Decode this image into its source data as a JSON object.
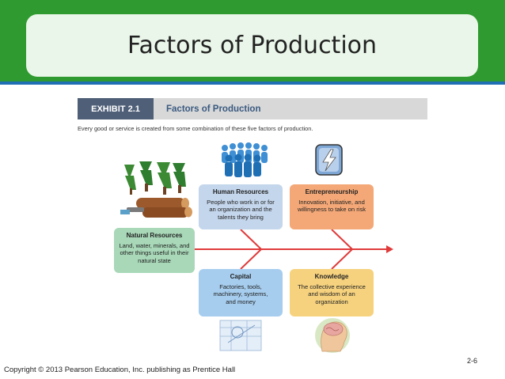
{
  "slide": {
    "title": "Factors of Production"
  },
  "exhibit": {
    "tag": "EXHIBIT 2.1",
    "title": "Factors of Production",
    "caption": "Every good or service is created from some combination of these five factors of production."
  },
  "factors": {
    "natural": {
      "title": "Natural Resources",
      "text": "Land, water, minerals, and other things useful in their natural state"
    },
    "human": {
      "title": "Human Resources",
      "text": "People who work in or for an organization and the talents they bring"
    },
    "entrepreneurship": {
      "title": "Entrepreneurship",
      "text": "Innovation, initiative, and willingness to take on risk"
    },
    "capital": {
      "title": "Capital",
      "text": "Factories, tools, machinery, systems, and money"
    },
    "knowledge": {
      "title": "Knowledge",
      "text": "The collective experience and wisdom of an organization"
    }
  },
  "icons": [
    "trees-logs-icon",
    "people-group-icon",
    "lightning-icon",
    "blueprint-icon",
    "brain-head-icon"
  ],
  "colors": {
    "header_green": "#2f9a2f",
    "natural": "#a8d8b8",
    "human": "#c4d6ec",
    "entrepreneurship": "#f4a877",
    "capital": "#a6cdee",
    "knowledge": "#f6d27e",
    "arrow": "#e03a3a"
  },
  "footer": {
    "copyright": "Copyright © 2013 Pearson Education, Inc. publishing as Prentice Hall",
    "page": "2-6"
  }
}
